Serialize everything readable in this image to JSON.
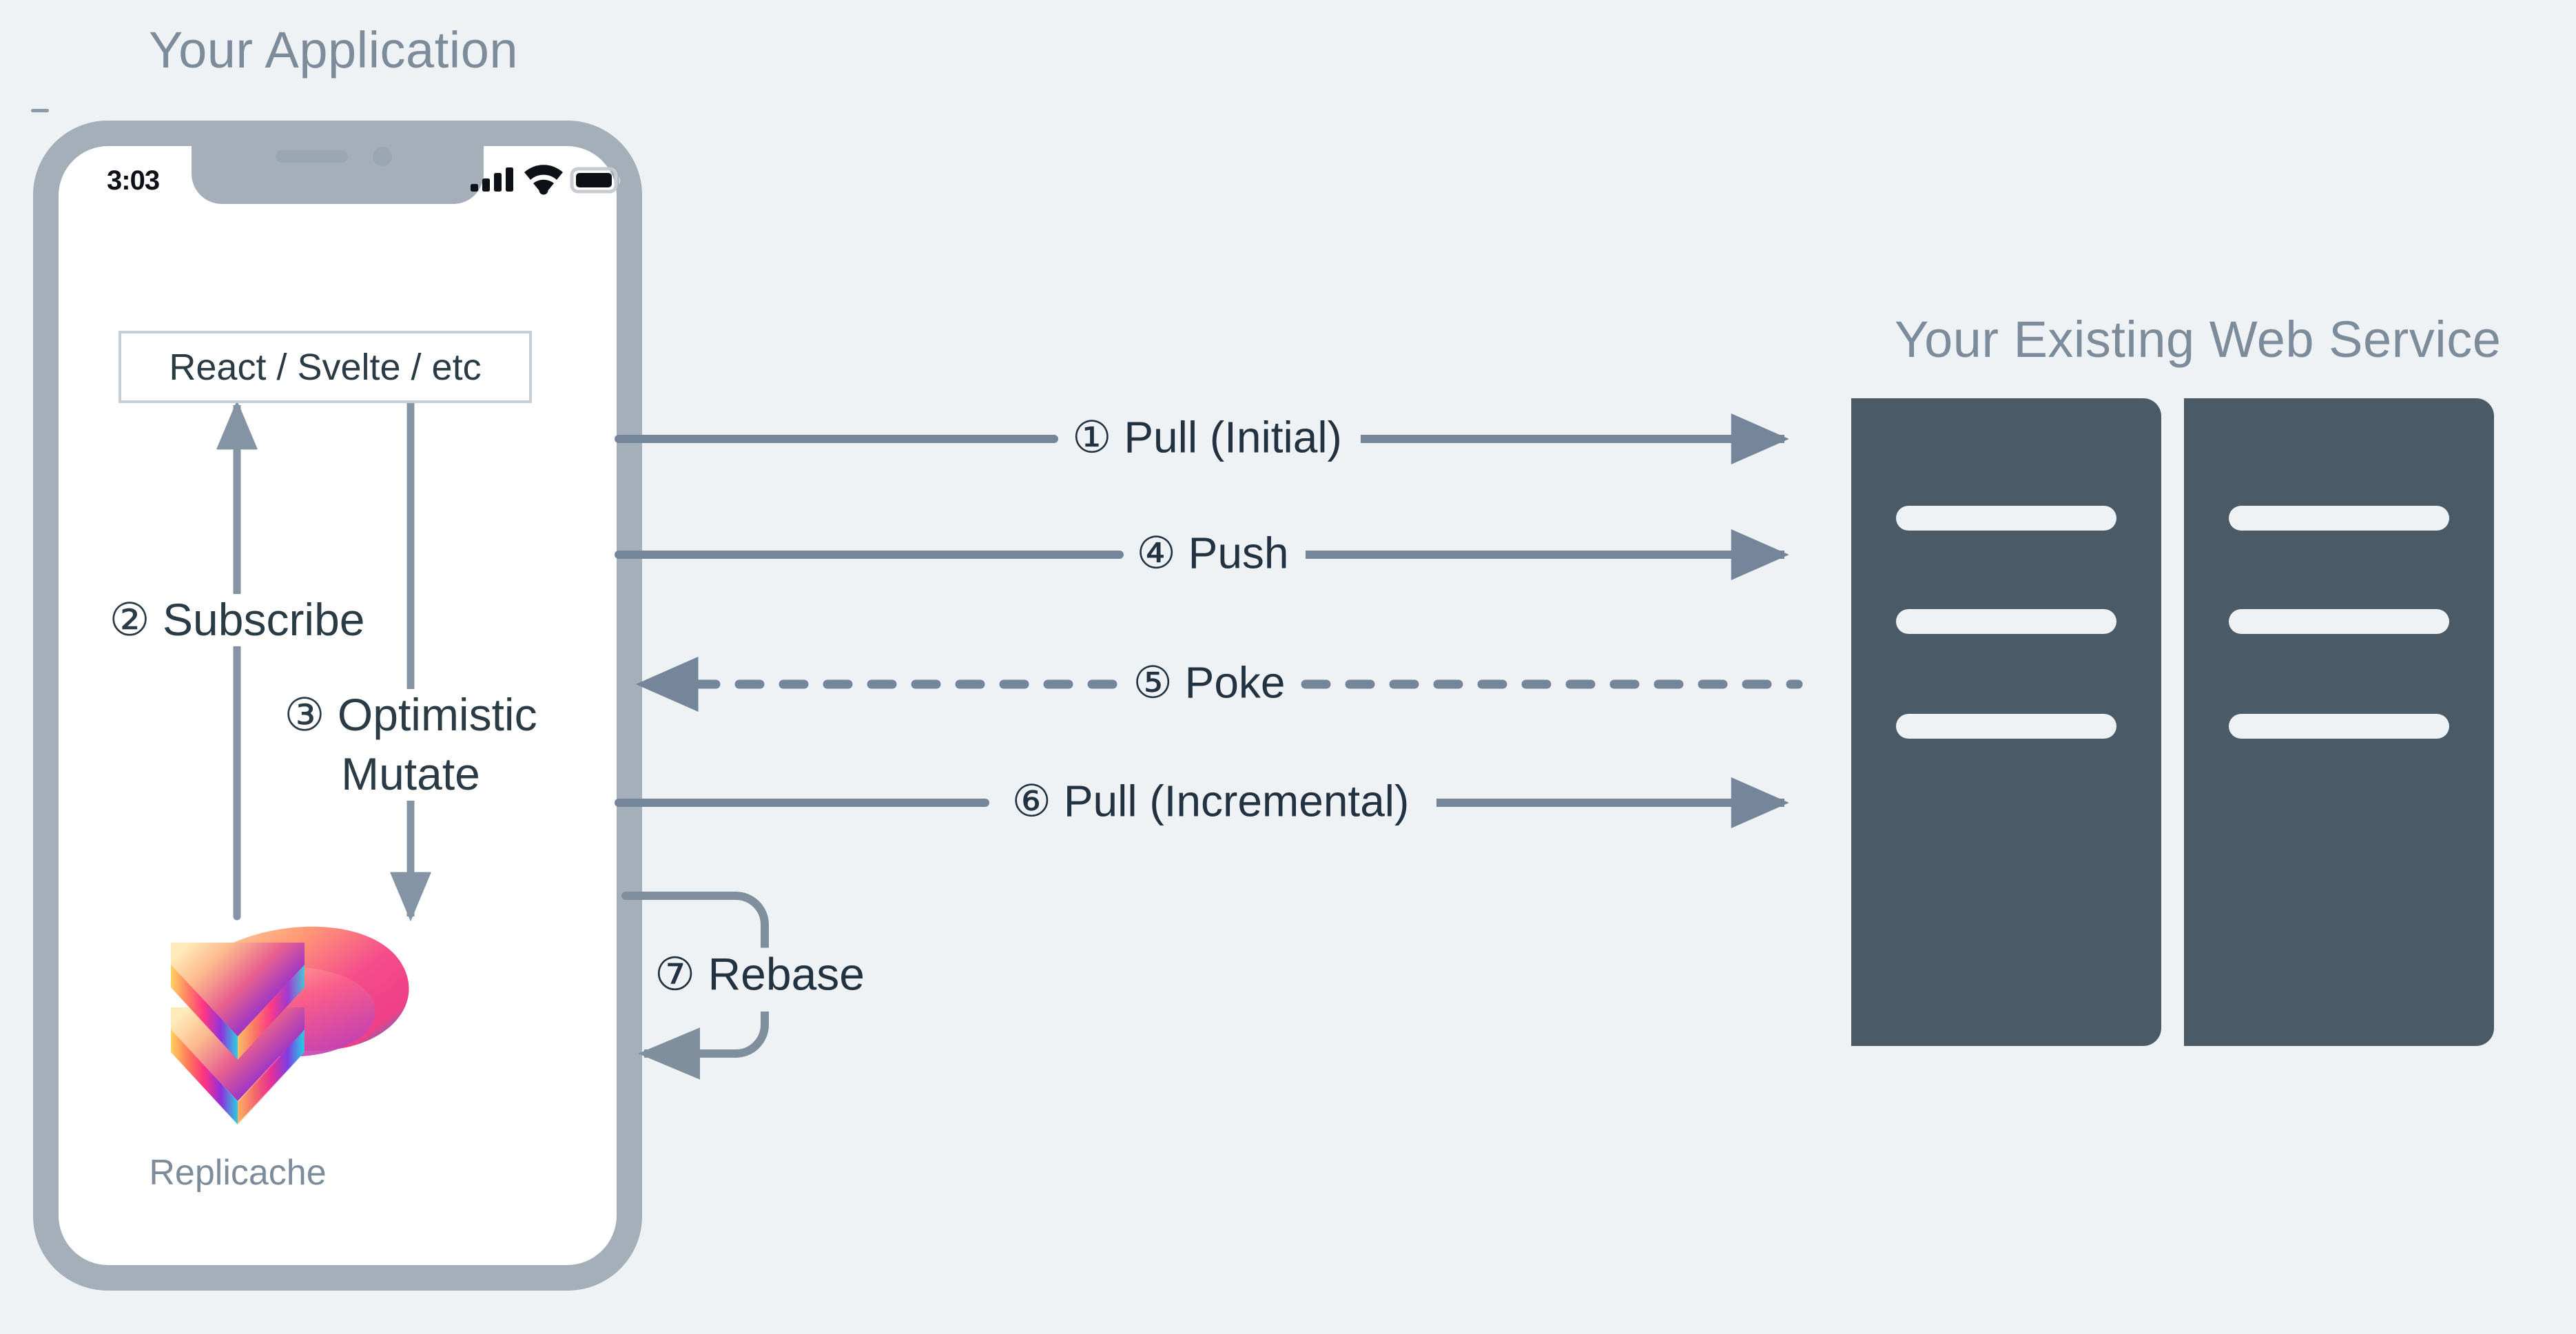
{
  "meta": {
    "colors": {
      "background": "#eff2f5",
      "phone_frame": "#a4afba",
      "arrow": "#75869a",
      "text_dark": "#223240",
      "title_gray": "#7d8c9b",
      "server_dark": "#4b5a67",
      "box_border": "#c6cfd8",
      "screen_white": "#ffffff"
    }
  },
  "app_panel": {
    "title": "Your Application",
    "phone": {
      "status_bar": {
        "time": "3:03",
        "icons": [
          "signal-icon",
          "wifi-icon",
          "battery-icon"
        ]
      },
      "framework_box": {
        "label": "React / Svelte / etc"
      },
      "flows": [
        {
          "id": "subscribe",
          "number": "②",
          "text": "Subscribe",
          "direction": "up"
        },
        {
          "id": "mutate",
          "number": "③",
          "text": "Optimistic",
          "text2": "Mutate",
          "direction": "down"
        }
      ],
      "store": {
        "name": "Replicache",
        "icon": "replicache-layers-logo"
      }
    }
  },
  "service_panel": {
    "title": "Your Existing Web Service",
    "racks": [
      {
        "slots": 3
      },
      {
        "slots": 3
      }
    ]
  },
  "wires": [
    {
      "id": "pull-initial",
      "number": "①",
      "text": "Pull (Initial)",
      "style": "solid",
      "direction": "right"
    },
    {
      "id": "push",
      "number": "④",
      "text": "Push",
      "style": "solid",
      "direction": "right"
    },
    {
      "id": "poke",
      "number": "⑤",
      "text": "Poke",
      "style": "dashed",
      "direction": "left"
    },
    {
      "id": "pull-incremental",
      "number": "⑥",
      "text": "Pull (Incremental)",
      "style": "solid",
      "direction": "right"
    }
  ],
  "rebase": {
    "number": "⑦",
    "text": "Rebase",
    "label": "⑦ Rebase"
  },
  "composed": {
    "pull_initial": "① Pull (Initial)",
    "push": "④ Push",
    "poke": "⑤ Poke",
    "pull_incremental": "⑥ Pull (Incremental)",
    "subscribe": "② Subscribe",
    "mutate_line1": "③ Optimistic",
    "mutate_line2": "Mutate"
  }
}
